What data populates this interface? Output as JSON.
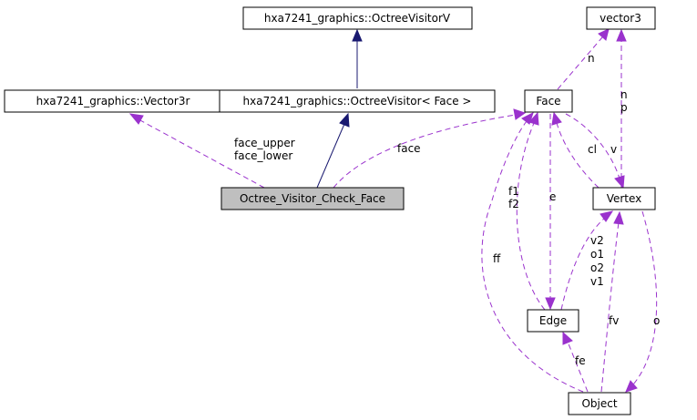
{
  "nodes": {
    "octree_visitor_v": "hxa7241_graphics::OctreeVisitorV",
    "vector3": "vector3",
    "vector3r": "hxa7241_graphics::Vector3r",
    "octree_visitor_face": "hxa7241_graphics::OctreeVisitor< Face >",
    "face": "Face",
    "check_face": "Octree_Visitor_Check_Face",
    "vertex": "Vertex",
    "edge": "Edge",
    "object": "Object"
  },
  "labels": {
    "n": "n",
    "face_upper": "face_upper",
    "face_lower": "face_lower",
    "face": "face",
    "n_p_1": "n",
    "n_p_2": "p",
    "cl": "cl",
    "v": "v",
    "f1": "f1",
    "f2": "f2",
    "e": "e",
    "v2": "v2",
    "o1": "o1",
    "o2": "o2",
    "v1": "v1",
    "ff": "ff",
    "fv": "fv",
    "o": "o",
    "fe": "fe"
  },
  "colors": {
    "inheritance": "#191970",
    "usage": "#9a32cd",
    "highlight_fill": "#bfbfbf"
  }
}
